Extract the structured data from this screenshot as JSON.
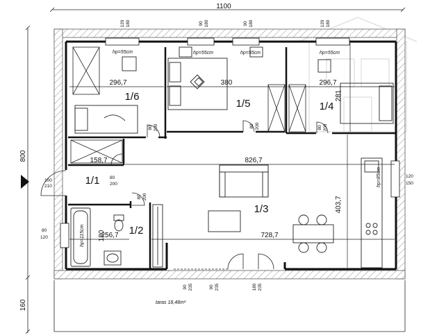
{
  "overall": {
    "width_dim": "1100",
    "height_dim": "800",
    "terrace_depth_dim": "160"
  },
  "rooms": {
    "r16": "1/6",
    "r15": "1/5",
    "r14": "1/4",
    "r11": "1/1",
    "r12": "1/2",
    "r13": "1/3"
  },
  "dims": {
    "d_2967a": "296,7",
    "d_380": "380",
    "d_2967b": "296,7",
    "d_281": "281",
    "d_1587": "158,7",
    "d_8267": "826,7",
    "d_4037": "403,7",
    "d_7287": "728,7",
    "d_2567": "256,7",
    "d_180": "180"
  },
  "window_dims": {
    "w1_top": "120",
    "w1_bot": "180",
    "w2_top": "90",
    "w2_bot": "180",
    "w3_top": "90",
    "w3_bot": "180",
    "w4_top": "120",
    "w4_bot": "180",
    "right_win_top": "120",
    "right_win_bot": "150",
    "left_win_top": "80",
    "left_win_bot": "120",
    "entry_top": "100",
    "entry_bot": "210",
    "bottom1_top": "90",
    "bottom1_bot": "235",
    "bottom2_top": "90",
    "bottom2_bot": "235",
    "bottom3_top": "180",
    "bottom3_bot": "235"
  },
  "door_dims": {
    "dr16_top": "80",
    "dr16_bot": "200",
    "dr15_top": "80",
    "dr15_bot": "200",
    "dr14_top": "80",
    "dr14_bot": "200",
    "dr11_top": "80",
    "dr11_bot": "200",
    "dr12_top": "80",
    "dr12_bot": "200"
  },
  "sill_heights": {
    "hp1": "hp=55cm",
    "hp2": "hp=55cm",
    "hp3": "hp=55cm",
    "hp4": "hp=55cm",
    "hp_kitchen": "hp=85cm",
    "hp_bath": "hp=115cm"
  },
  "terrace_label": "taras 18,48m²"
}
